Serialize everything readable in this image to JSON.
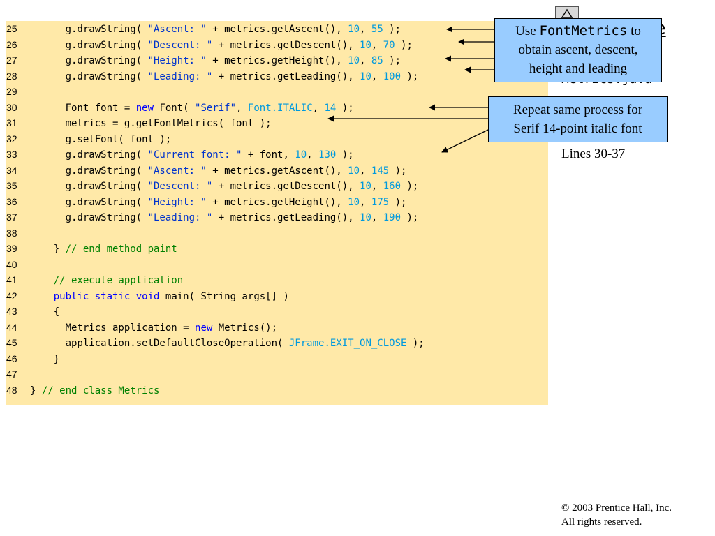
{
  "slide": {
    "title_fragment": "e",
    "file_fragment": "Metrics.java",
    "lines_label": "Lines 30-37",
    "copyright_line1": "© 2003 Prentice Hall, Inc.",
    "copyright_line2": "All rights reserved."
  },
  "callouts": {
    "first": {
      "prefix": "Use ",
      "code": "FontMetrics",
      "suffix": " to",
      "line2": "obtain ascent, descent,",
      "line3": "height and leading"
    },
    "second": {
      "line1": "Repeat same process for",
      "line2": "Serif 14-point italic font"
    }
  },
  "code_lines": [
    {
      "num": "25",
      "tokens": [
        [
          "p",
          "      g.drawString( "
        ],
        [
          "s",
          "\"Ascent: \""
        ],
        [
          "p",
          " + metrics.getAscent(), "
        ],
        [
          "n",
          "10"
        ],
        [
          "p",
          ", "
        ],
        [
          "n",
          "55"
        ],
        [
          "p",
          " );"
        ]
      ]
    },
    {
      "num": "26",
      "tokens": [
        [
          "p",
          "      g.drawString( "
        ],
        [
          "s",
          "\"Descent: \""
        ],
        [
          "p",
          " + metrics.getDescent(), "
        ],
        [
          "n",
          "10"
        ],
        [
          "p",
          ", "
        ],
        [
          "n",
          "70"
        ],
        [
          "p",
          " );"
        ]
      ]
    },
    {
      "num": "27",
      "tokens": [
        [
          "p",
          "      g.drawString( "
        ],
        [
          "s",
          "\"Height: \""
        ],
        [
          "p",
          " + metrics.getHeight(), "
        ],
        [
          "n",
          "10"
        ],
        [
          "p",
          ", "
        ],
        [
          "n",
          "85"
        ],
        [
          "p",
          " );"
        ]
      ]
    },
    {
      "num": "28",
      "tokens": [
        [
          "p",
          "      g.drawString( "
        ],
        [
          "s",
          "\"Leading: \""
        ],
        [
          "p",
          " + metrics.getLeading(), "
        ],
        [
          "n",
          "10"
        ],
        [
          "p",
          ", "
        ],
        [
          "n",
          "100"
        ],
        [
          "p",
          " );"
        ]
      ]
    },
    {
      "num": "29",
      "tokens": []
    },
    {
      "num": "30",
      "tokens": [
        [
          "p",
          "      Font font = "
        ],
        [
          "k",
          "new"
        ],
        [
          "p",
          " Font( "
        ],
        [
          "s",
          "\"Serif\""
        ],
        [
          "p",
          ", "
        ],
        [
          "c",
          "Font.ITALIC"
        ],
        [
          "p",
          ", "
        ],
        [
          "n",
          "14"
        ],
        [
          "p",
          " );"
        ]
      ]
    },
    {
      "num": "31",
      "tokens": [
        [
          "p",
          "      metrics = g.getFontMetrics( font );"
        ]
      ]
    },
    {
      "num": "32",
      "tokens": [
        [
          "p",
          "      g.setFont( font );"
        ]
      ]
    },
    {
      "num": "33",
      "tokens": [
        [
          "p",
          "      g.drawString( "
        ],
        [
          "s",
          "\"Current font: \""
        ],
        [
          "p",
          " + font, "
        ],
        [
          "n",
          "10"
        ],
        [
          "p",
          ", "
        ],
        [
          "n",
          "130"
        ],
        [
          "p",
          " );"
        ]
      ]
    },
    {
      "num": "34",
      "tokens": [
        [
          "p",
          "      g.drawString( "
        ],
        [
          "s",
          "\"Ascent: \""
        ],
        [
          "p",
          " + metrics.getAscent(), "
        ],
        [
          "n",
          "10"
        ],
        [
          "p",
          ", "
        ],
        [
          "n",
          "145"
        ],
        [
          "p",
          " );"
        ]
      ]
    },
    {
      "num": "35",
      "tokens": [
        [
          "p",
          "      g.drawString( "
        ],
        [
          "s",
          "\"Descent: \""
        ],
        [
          "p",
          " + metrics.getDescent(), "
        ],
        [
          "n",
          "10"
        ],
        [
          "p",
          ", "
        ],
        [
          "n",
          "160"
        ],
        [
          "p",
          " );"
        ]
      ]
    },
    {
      "num": "36",
      "tokens": [
        [
          "p",
          "      g.drawString( "
        ],
        [
          "s",
          "\"Height: \""
        ],
        [
          "p",
          " + metrics.getHeight(), "
        ],
        [
          "n",
          "10"
        ],
        [
          "p",
          ", "
        ],
        [
          "n",
          "175"
        ],
        [
          "p",
          " );"
        ]
      ]
    },
    {
      "num": "37",
      "tokens": [
        [
          "p",
          "      g.drawString( "
        ],
        [
          "s",
          "\"Leading: \""
        ],
        [
          "p",
          " + metrics.getLeading(), "
        ],
        [
          "n",
          "10"
        ],
        [
          "p",
          ", "
        ],
        [
          "n",
          "190"
        ],
        [
          "p",
          " );"
        ]
      ]
    },
    {
      "num": "38",
      "tokens": []
    },
    {
      "num": "39",
      "tokens": [
        [
          "p",
          "    } "
        ],
        [
          "m",
          "// end method paint"
        ]
      ]
    },
    {
      "num": "40",
      "tokens": []
    },
    {
      "num": "41",
      "tokens": [
        [
          "p",
          "    "
        ],
        [
          "m",
          "// execute application"
        ]
      ]
    },
    {
      "num": "42",
      "tokens": [
        [
          "p",
          "    "
        ],
        [
          "k",
          "public"
        ],
        [
          "p",
          " "
        ],
        [
          "k",
          "static"
        ],
        [
          "p",
          " "
        ],
        [
          "k",
          "void"
        ],
        [
          "p",
          " main( String args[] )"
        ]
      ]
    },
    {
      "num": "43",
      "tokens": [
        [
          "p",
          "    {"
        ]
      ]
    },
    {
      "num": "44",
      "tokens": [
        [
          "p",
          "      Metrics application = "
        ],
        [
          "k",
          "new"
        ],
        [
          "p",
          " Metrics();"
        ]
      ]
    },
    {
      "num": "45",
      "tokens": [
        [
          "p",
          "      application.setDefaultCloseOperation( "
        ],
        [
          "c",
          "JFrame.EXIT_ON_CLOSE"
        ],
        [
          "p",
          " );"
        ]
      ]
    },
    {
      "num": "46",
      "tokens": [
        [
          "p",
          "    }"
        ]
      ]
    },
    {
      "num": "47",
      "tokens": []
    },
    {
      "num": "48",
      "tokens": [
        [
          "p",
          "} "
        ],
        [
          "m",
          "// end class Metrics"
        ]
      ]
    }
  ]
}
